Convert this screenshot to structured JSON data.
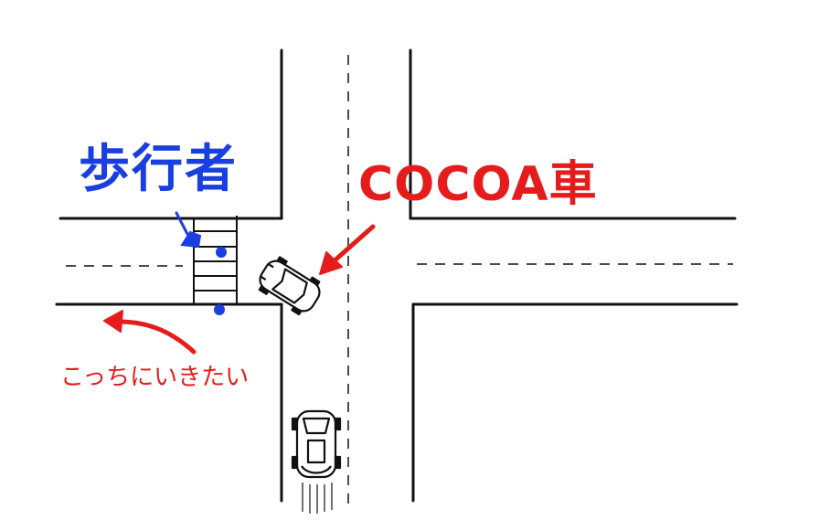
{
  "labels": {
    "pedestrian": "歩行者",
    "cocoa_car": "COCOA車",
    "want_to_go": "こっちにいきたい"
  },
  "colors": {
    "pedestrian": "#1a3fe0",
    "cocoa_car": "#e51c1c",
    "want_to_go": "#e51c1c",
    "road_lines": "#111111",
    "background": "#ffffff"
  },
  "icons": [
    "red-arrow-icon",
    "pedestrian-dot-icon",
    "car-icon"
  ]
}
